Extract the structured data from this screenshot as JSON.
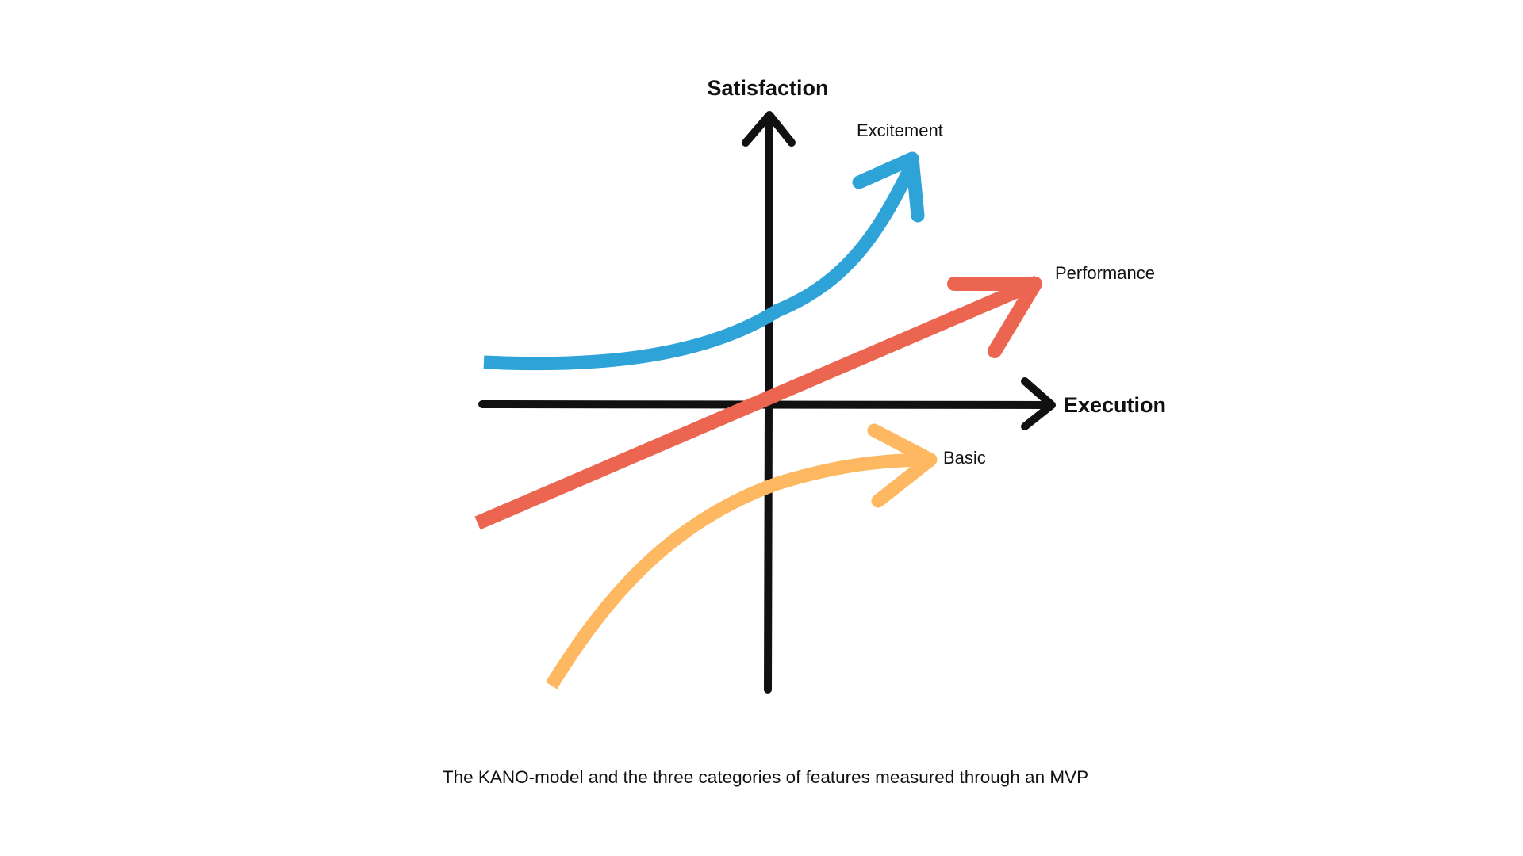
{
  "axes": {
    "y_label": "Satisfaction",
    "x_label": "Execution",
    "color": "#111111"
  },
  "curves": [
    {
      "key": "excitement",
      "label": "Excitement",
      "color": "#2ea3d8"
    },
    {
      "key": "performance",
      "label": "Performance",
      "color": "#ec6550"
    },
    {
      "key": "basic",
      "label": "Basic",
      "color": "#fdb861"
    }
  ],
  "caption": "The KANO-model and the three categories of features measured through an MVP"
}
